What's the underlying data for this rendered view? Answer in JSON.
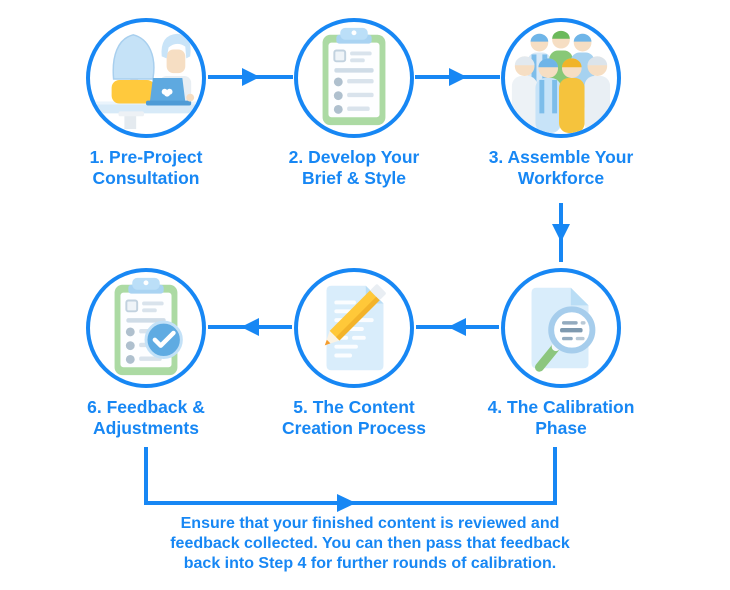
{
  "diagram_title": "content creation process flow",
  "colors": {
    "accent_blue": "#1787F4",
    "clipboard_green": "#ACDAA3",
    "highlight_yellow": "#FFC93D",
    "person_green": "#7CBF6E",
    "doc_light_blue": "#D9EDFB",
    "badge_blue": "#5FABE2",
    "skin_tone": "#F6DEC3"
  },
  "steps": [
    {
      "label_line1": "1. Pre-Project",
      "label_line2": "Consultation",
      "icon": "consultation-icon"
    },
    {
      "label_line1": "2. Develop Your",
      "label_line2": "Brief & Style",
      "icon": "clipboard-checklist-icon"
    },
    {
      "label_line1": "3. Assemble Your",
      "label_line2": "Workforce",
      "icon": "workforce-group-icon"
    },
    {
      "label_line1": "4. The Calibration",
      "label_line2": "Phase",
      "icon": "document-magnifier-icon"
    },
    {
      "label_line1": "5. The Content",
      "label_line2": "Creation Process",
      "icon": "document-pencil-icon"
    },
    {
      "label_line1": "6. Feedback &",
      "label_line2": "Adjustments",
      "icon": "clipboard-check-icon"
    }
  ],
  "loop_note": {
    "line1": "Ensure that your finished content is reviewed and",
    "line2": "feedback collected. You can then pass that feedback",
    "line3": "back into Step 4 for further rounds of calibration."
  }
}
